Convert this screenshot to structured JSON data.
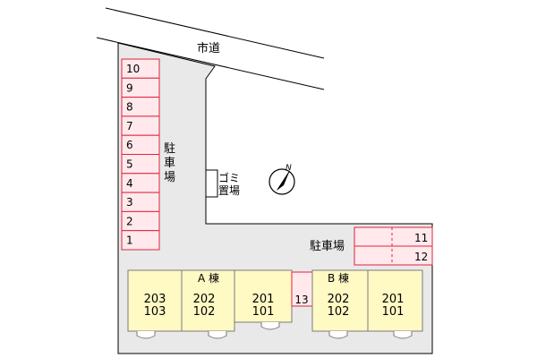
{
  "road": {
    "label": "市道"
  },
  "parking_left": {
    "label": [
      "駐",
      "車",
      "場"
    ],
    "spaces": [
      "10",
      "9",
      "8",
      "7",
      "6",
      "5",
      "4",
      "3",
      "2",
      "1"
    ]
  },
  "trash": {
    "label_line1": "ゴミ",
    "label_line2": "置場"
  },
  "compass": {
    "letter": "N"
  },
  "parking_right": {
    "label": "駐車場",
    "spaces": [
      "11",
      "12"
    ]
  },
  "parking_13": {
    "label": "13"
  },
  "building_a": {
    "name": "A 棟",
    "units": [
      {
        "top": "203",
        "bottom": "103"
      },
      {
        "top": "202",
        "bottom": "102"
      },
      {
        "top": "201",
        "bottom": "101"
      }
    ]
  },
  "building_b": {
    "name": "B 棟",
    "units": [
      {
        "top": "202",
        "bottom": "102"
      },
      {
        "top": "201",
        "bottom": "101"
      }
    ]
  },
  "colors": {
    "lot": "#e9e9e9",
    "parking_fill": "#ffe9ec",
    "parking_stroke": "#e0233b",
    "building_fill": "#fff9c4",
    "building_stroke": "#7a7a7a"
  }
}
